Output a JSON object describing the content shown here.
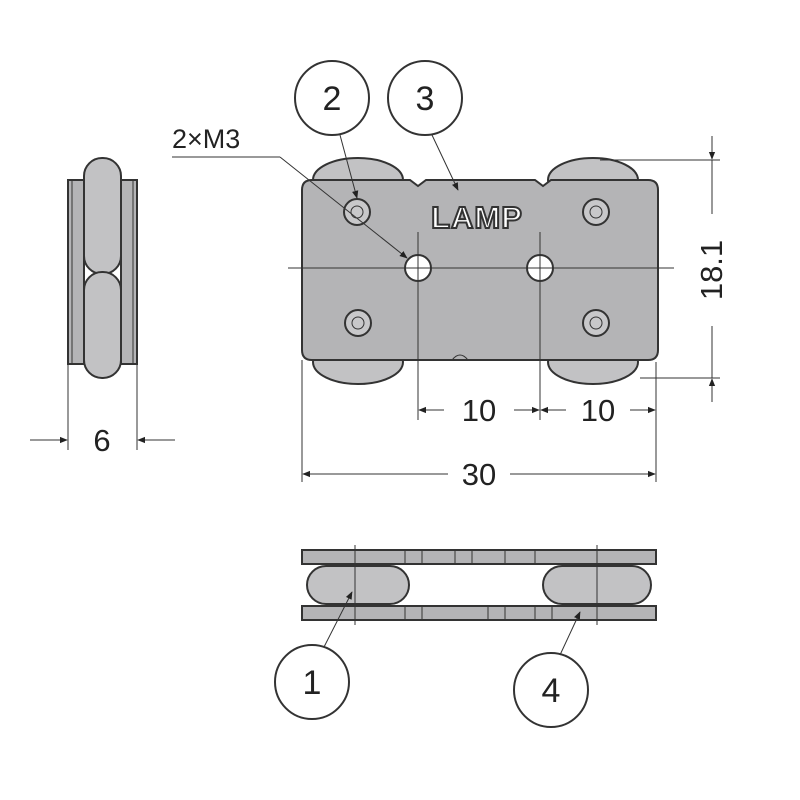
{
  "callouts": {
    "c1": "1",
    "c2": "2",
    "c3": "3",
    "c4": "4"
  },
  "hole_note": "2×M3",
  "logo": "LAMP",
  "dimensions": {
    "thickness": "6",
    "pitch_left": "10",
    "pitch_right": "10",
    "overall_width": "30",
    "height": "18.1"
  },
  "colors": {
    "part_fill": "#b4b4b6",
    "wheel_fill": "#c2c2c4",
    "line": "#333333"
  }
}
